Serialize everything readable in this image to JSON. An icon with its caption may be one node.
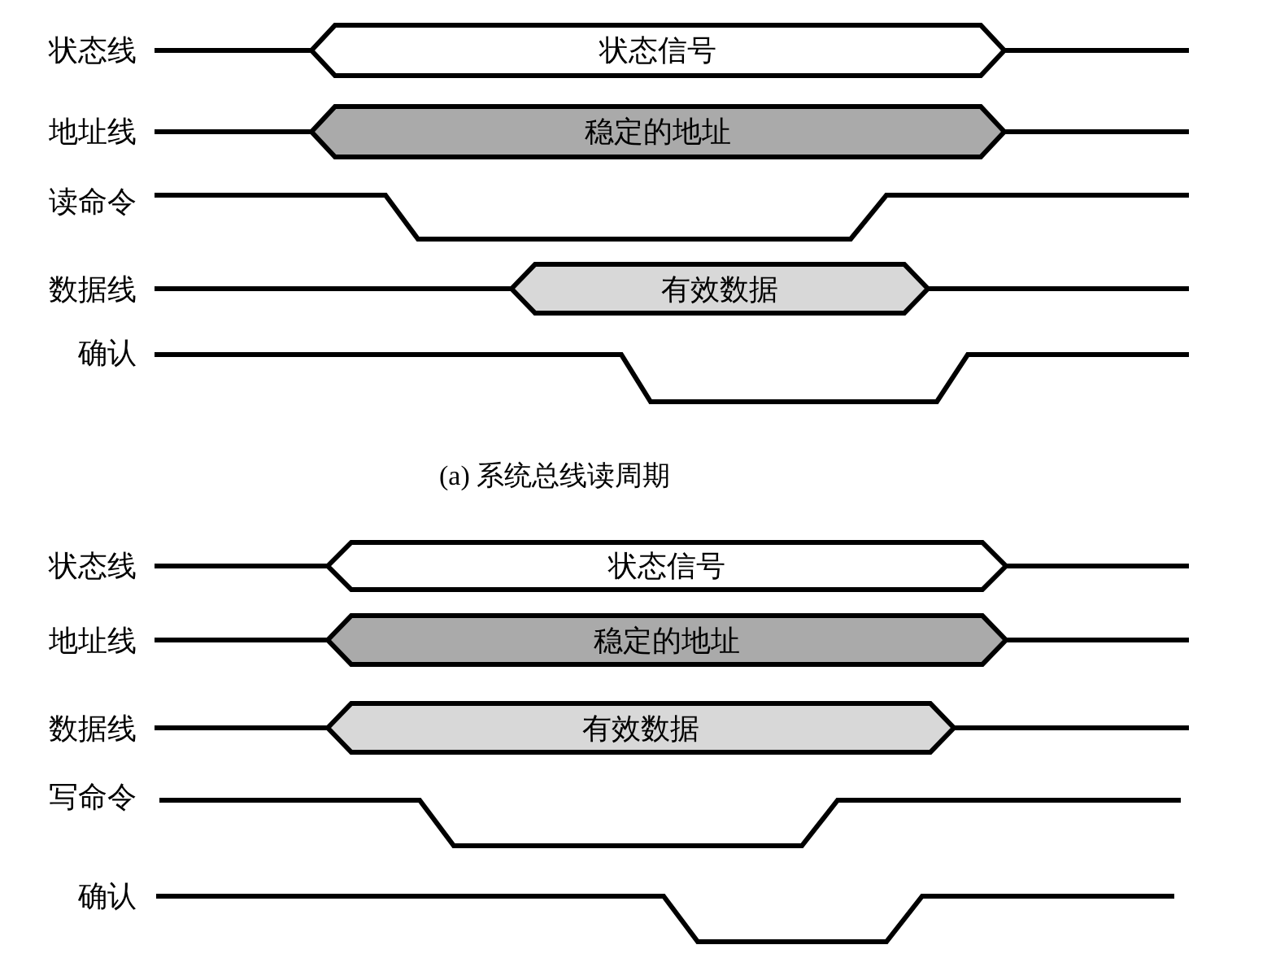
{
  "diagram": {
    "caption": "(a) 系统总线读周期",
    "nodes": [
      {
        "text": [
          "状态信号"
        ],
        "beside": [
          "状态线"
        ]
      },
      {
        "text": [
          "稳定的地址"
        ],
        "beside": [
          "地址线"
        ]
      },
      {
        "text": [
          "有效数据"
        ],
        "beside": [
          "数据线"
        ]
      },
      {
        "text": [
          "状态信号"
        ],
        "beside": [
          "状态线"
        ]
      },
      {
        "text": [
          "稳定的地址"
        ],
        "beside": [
          "地址线"
        ]
      },
      {
        "text": [
          "有效数据"
        ],
        "beside": [
          "数据线"
        ]
      }
    ],
    "labels": [
      "读命令",
      "确认",
      "写命令",
      "确认"
    ]
  }
}
